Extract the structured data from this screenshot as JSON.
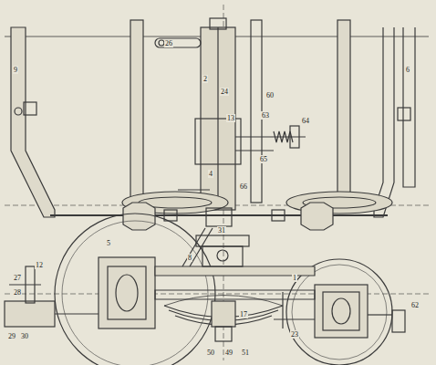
{
  "diagram": {
    "labels": [
      "9",
      "26",
      "2",
      "24",
      "60",
      "6",
      "13",
      "63",
      "64",
      "65",
      "4",
      "66",
      "31",
      "8",
      "1",
      "5",
      "17",
      "23",
      "50",
      "49",
      "51",
      "12",
      "27",
      "28",
      "29",
      "30",
      "62"
    ]
  }
}
